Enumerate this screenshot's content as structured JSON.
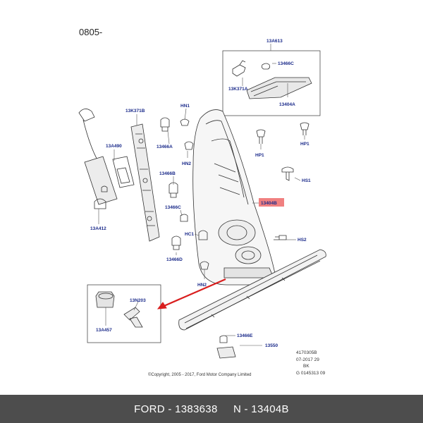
{
  "diagram_code": "0805-",
  "labels": {
    "13A613": "13A613",
    "13466C_top": "13466C",
    "13K371A": "13K371A",
    "13404A": "13404A",
    "HN1": "HN1",
    "13K371B": "13K371B",
    "13A490": "13A490",
    "13466A": "13466A",
    "HN2_top": "HN2",
    "HP1_left": "HP1",
    "HP1_right": "HP1",
    "13466B": "13466B",
    "HS1": "HS1",
    "13404B": "13404B",
    "13466C_mid": "13466C",
    "HC1": "HC1",
    "HS2": "HS2",
    "13A412": "13A412",
    "13466D": "13466D",
    "HN2_bottom": "HN2",
    "13N203": "13N203",
    "13A457": "13A457",
    "13466E": "13466E",
    "13550": "13550"
  },
  "copyright": "©Copyright, 2005 - 2017, Ford Motor Company Limited",
  "meta": {
    "line1": "4170305B",
    "line2": "07-2017 29",
    "line3": "BK",
    "line4": "G 0145313 09"
  },
  "highlight_color": "#f08080",
  "arrow_color": "#d91e1e",
  "footer": {
    "part_ref": "FORD - 1383638",
    "separator": "     ",
    "catalog_ref": "N - 13404B"
  }
}
